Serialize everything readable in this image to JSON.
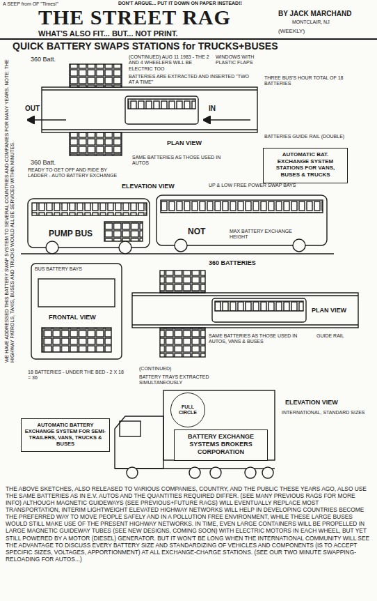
{
  "diagram": {
    "title": "THE STREET RAG",
    "nodes": [
      {
        "text": [
          "AUTOMATIC BAT. EXCHANGE SYSTEM STATIONS FOR VANS, BUSES & TRUCKS"
        ]
      },
      {
        "text": [
          "AUTOMATIC BATTERY EXCHANGE SYSTEM FOR SEMI-TRAILERS, VANS, TRUCKS & BUSES"
        ]
      },
      {
        "text": [
          "BATTERY EXCHANGE SYSTEMS BROKERS CORPORATION"
        ]
      },
      {
        "text": [
          "FULL CIRCLE"
        ]
      }
    ],
    "labels": [
      "A SEEP from OF \"Times!\"",
      "DON'T ARGUE... PUT IT DOWN ON PAPER INSTEAD!!",
      "WHAT'S ALSO FIT... BUT... NOT PRINT.",
      "BY JACK MARCHAND",
      "MONTCLAIR, NJ",
      "(WEEKLY)",
      "QUICK BATTERY SWAPS STATIONS for TRUCKS+BUSES",
      "360 Batt.",
      "360 Batt.",
      "OUT",
      "IN",
      "PLAN VIEW",
      "(CONTINUED) AUG 11 1983 - THE 2 AND 4 WHEELERS WILL BE ELECTRIC TOO",
      "BATTERIES ARE EXTRACTED AND INSERTED \"TWO AT A TIME\"",
      "THREE BUS'S HOUR TOTAL OF 18 BATTERIES",
      "BATTERIES GUIDE RAIL (DOUBLE)",
      "SAME BATTERIES AS THOSE USED IN AUTOS",
      "WINDOWS WITH PLASTIC FLAPS",
      "READY TO GET OFF AND RIDE BY LADDER - AUTO BATTERY EXCHANGE",
      "ELEVATION VIEW",
      "UP & LOW FREE POWER SWAP BAYS",
      "PUMP BUS",
      "NOT",
      "MAX BATTERY EXCHANGE HEIGHT",
      "FRONTAL VIEW",
      "360 BATTERIES",
      "PLAN VIEW",
      "SAME BATTERIES AS THOSE USED IN AUTOS, VANS & BUSES",
      "GUIDE RAIL",
      "BUS BATTERY BAYS",
      "18 BATTERIES - UNDER THE BED - 2 X 18 = 36",
      "(CONTINUED)",
      "BATTERY TRAYS EXTRACTED SIMULTANEOUSLY",
      "ELEVATION VIEW",
      "INTERNATIONAL, STANDARD SIZES",
      "THE ABOVE SKETCHES, ALSO RELEASED TO VARIOUS COMPANIES, COUNTRY, AND THE PUBLIC THESE YEARS AGO, ALSO USE THE SAME BATTERIES AS IN E.V. AUTOS AND THE QUANTITIES REQUIRED DIFFER. (SEE MANY PREVIOUS RAGS FOR MORE INFO) ALTHOUGH MAGNETIC GUIDEWAYS (SEE PREVIOUS+FUTURE RAGS) WILL EVENTUALLY REPLACE MOST TRANSPORTATION, INTERIM LIGHTWEIGHT ELEVATED HIGHWAY NETWORKS WILL HELP IN DEVELOPING COUNTRIES BECOME THE PREFERRED WAY TO MOVE PEOPLE SAFELY AND IN A POLLUTION FREE ENVIRONMENT, WHILE THESE LARGE BUSES WOULD STILL MAKE USE OF THE PRESENT HIGHWAY NETWORKS. IN TIME, EVEN LARGE CONTAINERS WILL BE PROPELLED IN LARGE MAGNETIC GUIDEWAY TUBES (SEE NEW DESIGNS, COMING SOON) WITH ELECTRIC MOTORS IN EACH WHEEL, BUT YET STILL POWERED BY A MOTOR (DIESEL) GENERATOR. BUT IT WON'T BE LONG WHEN THE INTERNATIONAL COMMUNITY WILL SEE THE ADVANTAGE TO DISCUSS EVERY BATTERY SIZE AND STANDARDIZING OF VEHICLES AND COMPONENTS (IS TO ACCEPT SPECIFIC SIZES, VOLTAGES, APPORTIONMENT) AT ALL EXCHANGE-CHARGE STATIONS. (SEE OUR TWO MINUTE SWAPPING-RELOADING FOR AUTOS...)",
      "WE HAVE ADDRESSED THIS BATTERY SWAP SYSTEM TO SEVERAL COUNTRIES AND COMPANIES FOR MANY YEARS. NOTE: THE HIGHWAY PATROLS, TAXIS, BUSES AND TRUCKS WOULD ALL BE SERVICED WITHIN MINUTES."
    ]
  }
}
